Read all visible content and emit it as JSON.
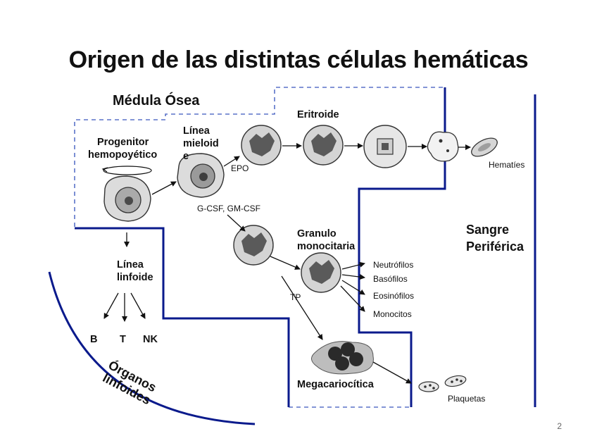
{
  "slide": {
    "title": "Origen de las distintas células hemáticas",
    "page_number": "2",
    "colors": {
      "border_blue": "#0a1a8c",
      "dashed_blue": "#5a72c8",
      "cell_fill": "#d8d8d8",
      "nucleus": "#555555"
    }
  },
  "labels": {
    "medula_osea": "Médula Ósea",
    "progenitor": "Progenitor",
    "hemopoyetico": "hemopoyético",
    "linea_mieloide_1": "Línea",
    "linea_mieloide_2": "mieloid",
    "linea_mieloide_3": "e",
    "eritroide": "Eritroide",
    "epo": "EPO",
    "hematies": "Hematíes",
    "gcsf": "G-CSF, GM-CSF",
    "granulo_1": "Granulo",
    "granulo_2": "monocitaria",
    "sangre_1": "Sangre",
    "sangre_2": "Periférica",
    "linea_linfoide_1": "Línea",
    "linea_linfoide_2": "linfoide",
    "neutrofilos": "Neutrófilos",
    "basofilos": "Basófilos",
    "eosinofilos": "Eosinófilos",
    "monocitos": "Monocitos",
    "tp": "TP",
    "b": "B",
    "t": "T",
    "nk": "NK",
    "organos_1": "Órganos",
    "organos_2": "linfoides",
    "megacariocitica": "Megacariocítica",
    "plaquetas": "Plaquetas"
  }
}
